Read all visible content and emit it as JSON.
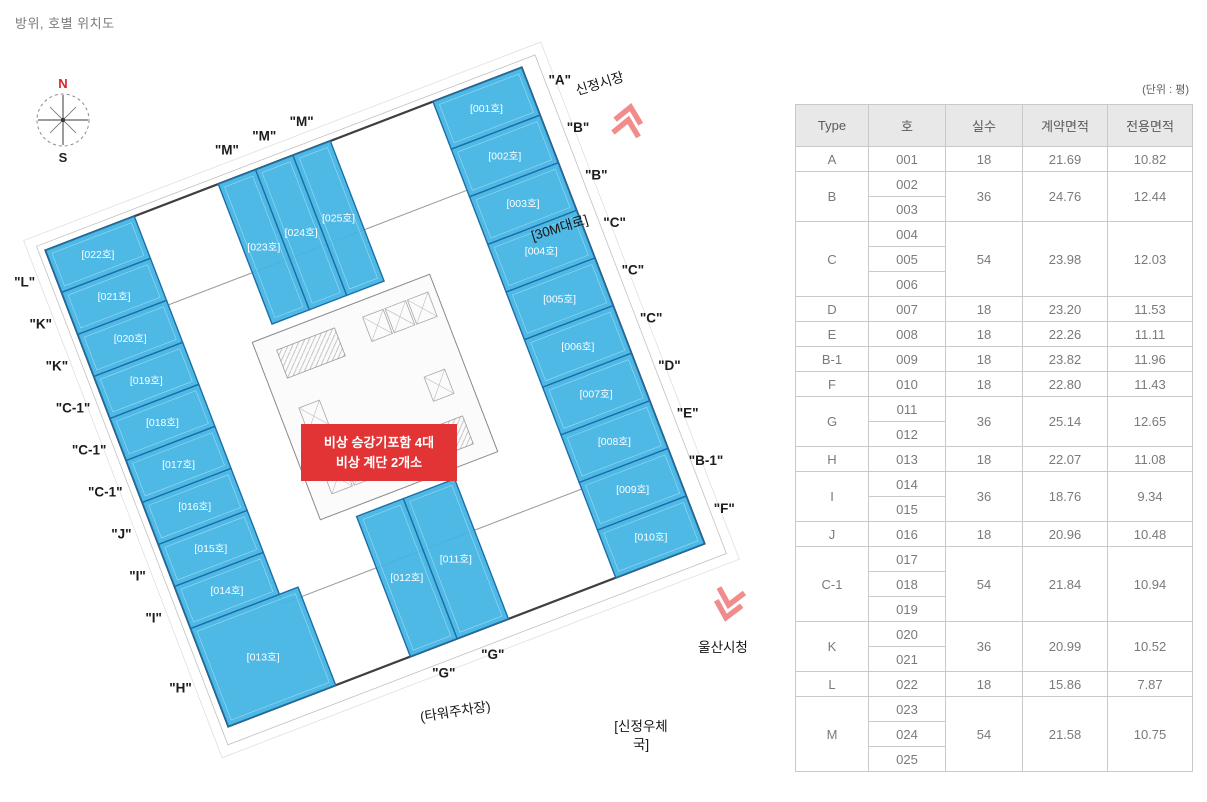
{
  "title": "방위, 호별 위치도",
  "compass": {
    "north": "N",
    "south": "S"
  },
  "plan": {
    "center_label_line1": "비상 승강기포함 4대",
    "center_label_line2": "비상 계단 2개소",
    "annotations": {
      "market": "신정시장",
      "road": "[30M대로]",
      "cityhall": "울산시청",
      "parking": "(타워주차장)",
      "postoffice_line1": "[신정우체",
      "postoffice_line2": "국]"
    },
    "colors": {
      "unit_fill": "#42b4e4",
      "unit_stroke": "#1b6ea8",
      "badge": "#e23434",
      "arrow": "#f18c8c"
    },
    "units": [
      {
        "no": "001",
        "label": "[001호]",
        "type": "A",
        "side": "right",
        "slot": 0
      },
      {
        "no": "002",
        "label": "[002호]",
        "type": "B",
        "side": "right",
        "slot": 1
      },
      {
        "no": "003",
        "label": "[003호]",
        "type": "B",
        "side": "right",
        "slot": 2
      },
      {
        "no": "004",
        "label": "[004호]",
        "type": "C",
        "side": "right",
        "slot": 3
      },
      {
        "no": "005",
        "label": "[005호]",
        "type": "C",
        "side": "right",
        "slot": 4
      },
      {
        "no": "006",
        "label": "[006호]",
        "type": "C",
        "side": "right",
        "slot": 5
      },
      {
        "no": "007",
        "label": "[007호]",
        "type": "D",
        "side": "right",
        "slot": 6
      },
      {
        "no": "008",
        "label": "[008호]",
        "type": "E",
        "side": "right",
        "slot": 7
      },
      {
        "no": "009",
        "label": "[009호]",
        "type": "B-1",
        "side": "right",
        "slot": 8
      },
      {
        "no": "010",
        "label": "[010호]",
        "type": "F",
        "side": "right",
        "slot": 9
      },
      {
        "no": "011",
        "label": "[011호]",
        "type": "G",
        "side": "bottom",
        "slot": 1
      },
      {
        "no": "012",
        "label": "[012호]",
        "type": "G",
        "side": "bottom",
        "slot": 0
      },
      {
        "no": "013",
        "label": "[013호]",
        "type": "H",
        "side": "corner-bl",
        "slot": 0
      },
      {
        "no": "014",
        "label": "[014호]",
        "type": "I",
        "side": "left",
        "slot": 0
      },
      {
        "no": "015",
        "label": "[015호]",
        "type": "I",
        "side": "left",
        "slot": 1
      },
      {
        "no": "016",
        "label": "[016호]",
        "type": "J",
        "side": "left",
        "slot": 2
      },
      {
        "no": "017",
        "label": "[017호]",
        "type": "C-1",
        "side": "left",
        "slot": 3
      },
      {
        "no": "018",
        "label": "[018호]",
        "type": "C-1",
        "side": "left",
        "slot": 4
      },
      {
        "no": "019",
        "label": "[019호]",
        "type": "C-1",
        "side": "left",
        "slot": 5
      },
      {
        "no": "020",
        "label": "[020호]",
        "type": "K",
        "side": "left",
        "slot": 6
      },
      {
        "no": "021",
        "label": "[021호]",
        "type": "K",
        "side": "left",
        "slot": 7
      },
      {
        "no": "022",
        "label": "[022호]",
        "type": "L",
        "side": "left",
        "slot": 8
      },
      {
        "no": "023",
        "label": "[023호]",
        "type": "M",
        "side": "top",
        "slot": 0
      },
      {
        "no": "024",
        "label": "[024호]",
        "type": "M",
        "side": "top",
        "slot": 1
      },
      {
        "no": "025",
        "label": "[025호]",
        "type": "M",
        "side": "top",
        "slot": 2
      }
    ]
  },
  "table": {
    "unit_note": "(단위 : 평)",
    "headers": [
      "Type",
      "호",
      "실수",
      "계약면적",
      "전용면적"
    ],
    "groups": [
      {
        "type": "A",
        "units": [
          "001"
        ],
        "count": "18",
        "contract": "21.69",
        "exclusive": "10.82"
      },
      {
        "type": "B",
        "units": [
          "002",
          "003"
        ],
        "count": "36",
        "contract": "24.76",
        "exclusive": "12.44"
      },
      {
        "type": "C",
        "units": [
          "004",
          "005",
          "006"
        ],
        "count": "54",
        "contract": "23.98",
        "exclusive": "12.03"
      },
      {
        "type": "D",
        "units": [
          "007"
        ],
        "count": "18",
        "contract": "23.20",
        "exclusive": "11.53"
      },
      {
        "type": "E",
        "units": [
          "008"
        ],
        "count": "18",
        "contract": "22.26",
        "exclusive": "11.11"
      },
      {
        "type": "B-1",
        "units": [
          "009"
        ],
        "count": "18",
        "contract": "23.82",
        "exclusive": "11.96"
      },
      {
        "type": "F",
        "units": [
          "010"
        ],
        "count": "18",
        "contract": "22.80",
        "exclusive": "11.43"
      },
      {
        "type": "G",
        "units": [
          "011",
          "012"
        ],
        "count": "36",
        "contract": "25.14",
        "exclusive": "12.65"
      },
      {
        "type": "H",
        "units": [
          "013"
        ],
        "count": "18",
        "contract": "22.07",
        "exclusive": "11.08"
      },
      {
        "type": "I",
        "units": [
          "014",
          "015"
        ],
        "count": "36",
        "contract": "18.76",
        "exclusive": "9.34"
      },
      {
        "type": "J",
        "units": [
          "016"
        ],
        "count": "18",
        "contract": "20.96",
        "exclusive": "10.48"
      },
      {
        "type": "C-1",
        "units": [
          "017",
          "018",
          "019"
        ],
        "count": "54",
        "contract": "21.84",
        "exclusive": "10.94"
      },
      {
        "type": "K",
        "units": [
          "020",
          "021"
        ],
        "count": "36",
        "contract": "20.99",
        "exclusive": "10.52"
      },
      {
        "type": "L",
        "units": [
          "022"
        ],
        "count": "18",
        "contract": "15.86",
        "exclusive": "7.87"
      },
      {
        "type": "M",
        "units": [
          "023",
          "024",
          "025"
        ],
        "count": "54",
        "contract": "21.58",
        "exclusive": "10.75"
      }
    ]
  }
}
